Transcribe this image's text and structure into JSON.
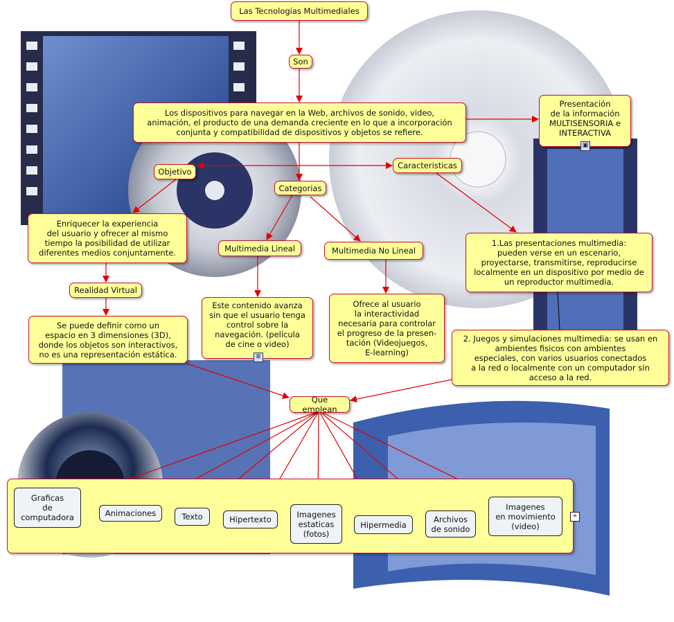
{
  "nodes": {
    "title": "Las Tecnologías Multimediales",
    "son": "Son",
    "main": "Los dispositivos para navegar en la Web, archivos de sonido, video,\nanimación, el producto de una demanda creciente en lo que a incorporación\nconjunta y compatibilidad de dispositivos y objetos se refiere.",
    "presentacion": "Presentación\nde la información\nMULTISENSORIA e\nINTERACTIVA",
    "objetivo": "Objetivo",
    "caracteristicas": "Caracteristicas",
    "categorias": "Categorias",
    "enriquecer": "Enriquecer la experiencia\ndel usuario y ofrecer al mismo\ntiempo la posibilidad de utilizar\ndiferentes medios conjuntamente.",
    "lineal": "Multimedia Lineal",
    "no_lineal": "Multimedia No Lineal",
    "presentaciones": "1.Las presentaciones multimedia:\npueden verse en un escenario,\nproyectarse, transmitirse, reproducirse\nlocalmente en un dispositivo por medio de\nun reproductor multimedia.",
    "realidad": "Realidad Virtual",
    "se_puede": "Se puede definir como un\nespacio en 3 dimensiones (3D),\ndonde los objetos son interactivos,\nno es una representación estática.",
    "este_contenido": "Este contenido avanza\nsin que el usuario tenga\ncontrol sobre la\nnavegación. (película\nde cine o video)",
    "ofrece": "Ofrece al usuario\nla interactividad\nnecesaria para controlar\nel progreso de la presen-\ntación (Videojuegos,\nE-learning)",
    "juegos": "2. Juegos y simulaciones multimedia: se usan en\nambientes fisicos con ambientes\nespeciales, con varios usuarios conectados\na la red o localmente con un computador sin\nacceso a la red.",
    "que_emplean": "Que emplean"
  },
  "group_items": [
    "Graficas\nde\ncomputadora",
    "Animaciones",
    "Texto",
    "Hipertexto",
    "Imagenes\nestaticas\n(fotos)",
    "Hipermedia",
    "Archivos\nde sonido",
    "Imagenes\nen movimiento\n(video)"
  ],
  "collapse_icon": "«",
  "colors": {
    "node_fill": "#ffff99",
    "node_border": "#c8102e",
    "arrow": "#e00000"
  }
}
